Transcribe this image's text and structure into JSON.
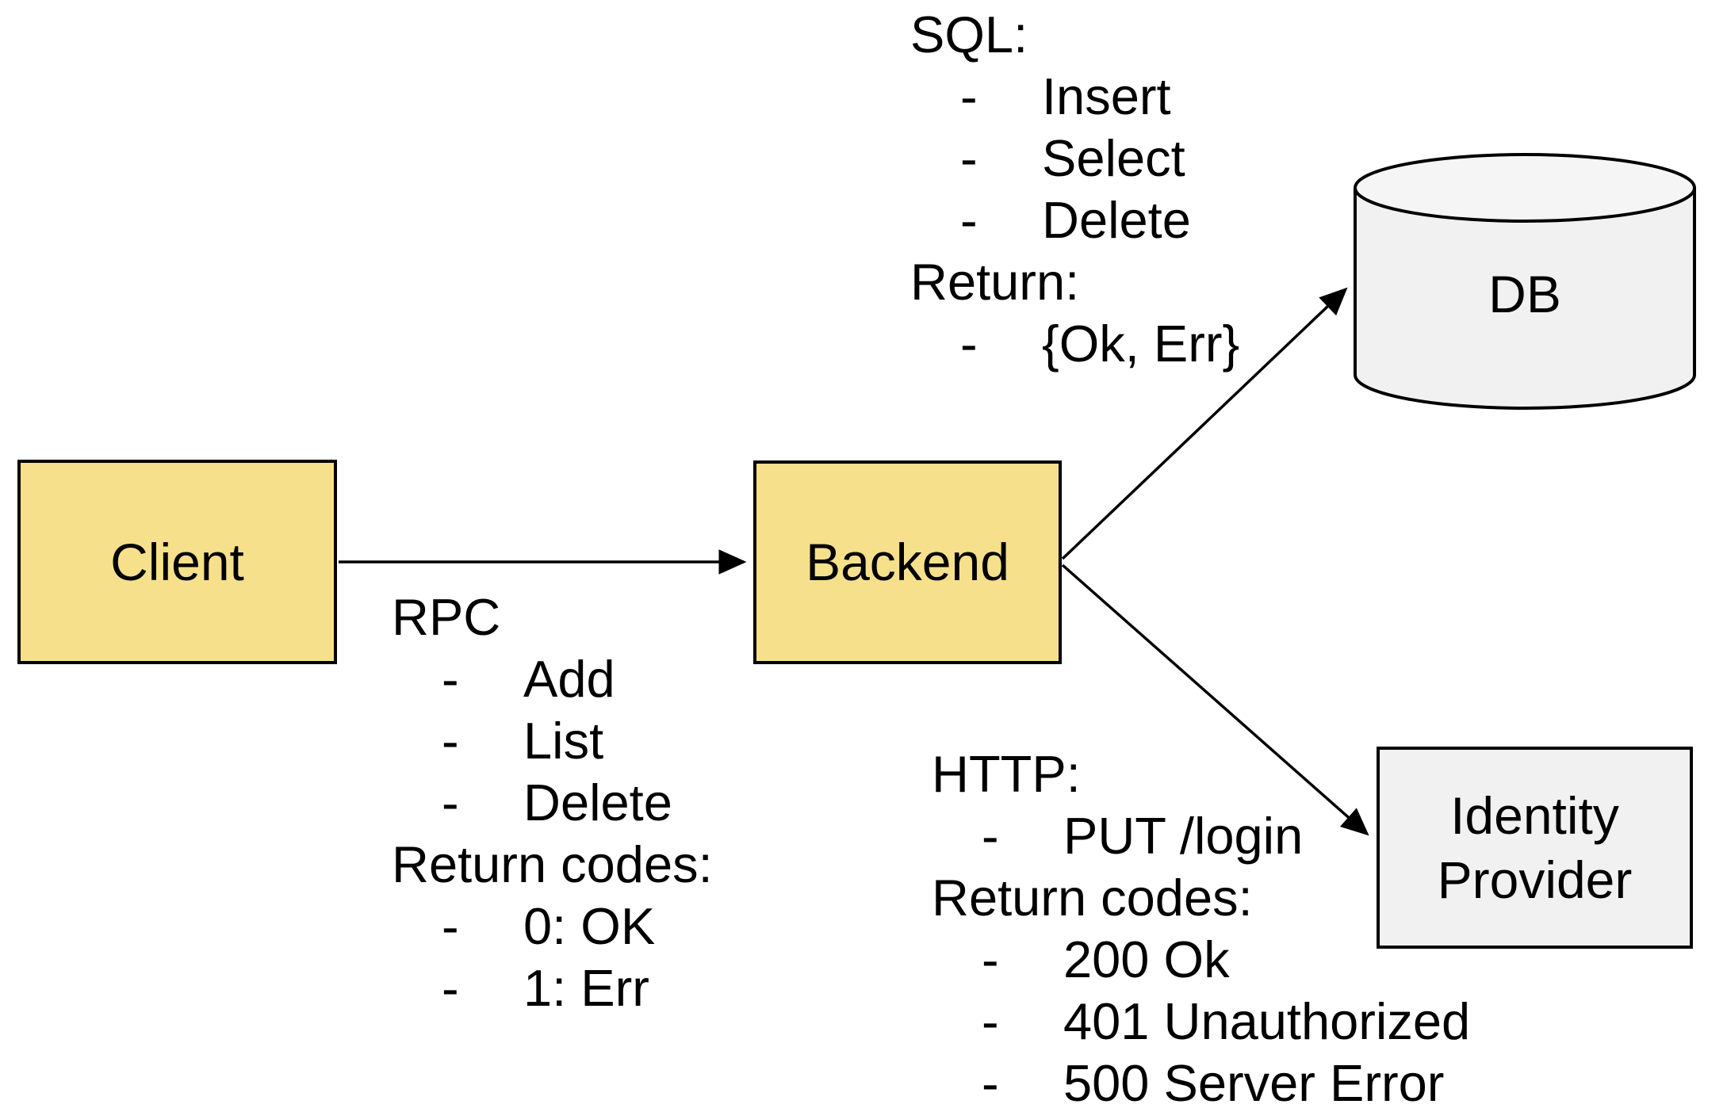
{
  "diagram": {
    "title": "",
    "background": "#FFFFFF",
    "colors": {
      "service_fill": "#F6E08C",
      "external_fill": "#F1F1F1",
      "stroke": "#000000"
    },
    "nodes": {
      "client": {
        "label": "Client",
        "shape": "rectangle",
        "fill": "#F6E08C"
      },
      "backend": {
        "label": "Backend",
        "shape": "rectangle",
        "fill": "#F6E08C"
      },
      "db": {
        "label": "DB",
        "shape": "cylinder",
        "fill": "#F1F1F1"
      },
      "identity_provider": {
        "label": "Identity Provider",
        "shape": "rectangle",
        "fill": "#F1F1F1"
      }
    },
    "edges": [
      {
        "from": "Client",
        "to": "Backend",
        "annotation": "rpc"
      },
      {
        "from": "Backend",
        "to": "DB",
        "annotation": "sql"
      },
      {
        "from": "Backend",
        "to": "Identity Provider",
        "annotation": "http"
      }
    ],
    "annotations": {
      "bullet": "-",
      "rpc": {
        "lines": [
          {
            "type": "header",
            "text": "RPC"
          },
          {
            "type": "item",
            "text": "Add"
          },
          {
            "type": "item",
            "text": "List"
          },
          {
            "type": "item",
            "text": "Delete"
          },
          {
            "type": "header",
            "text": "Return codes:"
          },
          {
            "type": "item",
            "text": "0: OK"
          },
          {
            "type": "item",
            "text": "1: Err"
          }
        ]
      },
      "sql": {
        "lines": [
          {
            "type": "header",
            "text": "SQL:"
          },
          {
            "type": "item",
            "text": "Insert"
          },
          {
            "type": "item",
            "text": "Select"
          },
          {
            "type": "item",
            "text": "Delete"
          },
          {
            "type": "header",
            "text": "Return:"
          },
          {
            "type": "item",
            "text": "{Ok, Err}"
          }
        ]
      },
      "http": {
        "lines": [
          {
            "type": "header",
            "text": "HTTP:"
          },
          {
            "type": "item",
            "text": "PUT /login"
          },
          {
            "type": "header",
            "text": "Return codes:"
          },
          {
            "type": "item",
            "text": "200 Ok"
          },
          {
            "type": "item",
            "text": "401 Unauthorized"
          },
          {
            "type": "item",
            "text": "500 Server Error"
          }
        ]
      }
    }
  }
}
